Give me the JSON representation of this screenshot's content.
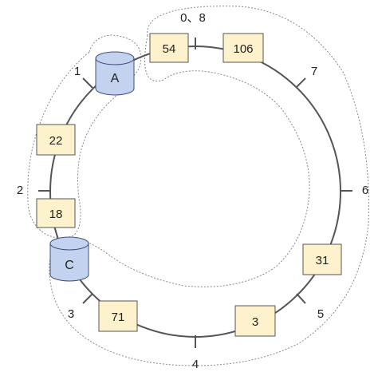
{
  "diagram": {
    "ring_labels": {
      "p0": "0、8",
      "p1": "1",
      "p2": "2",
      "p3": "3",
      "p4": "4",
      "p5": "5",
      "p6": "6",
      "p7": "7"
    },
    "nodes": {
      "a": "A",
      "c": "C"
    },
    "keys": {
      "k54": "54",
      "k106": "106",
      "k22": "22",
      "k18": "18",
      "k71": "71",
      "k3": "3",
      "k31": "31"
    },
    "colors": {
      "ring": "#555555",
      "key_fill": "#fdf2cc",
      "key_stroke": "#555555",
      "node_fill": "#c3d3ef",
      "node_stroke": "#3d4f7a",
      "dotted_region": "#888888"
    }
  }
}
